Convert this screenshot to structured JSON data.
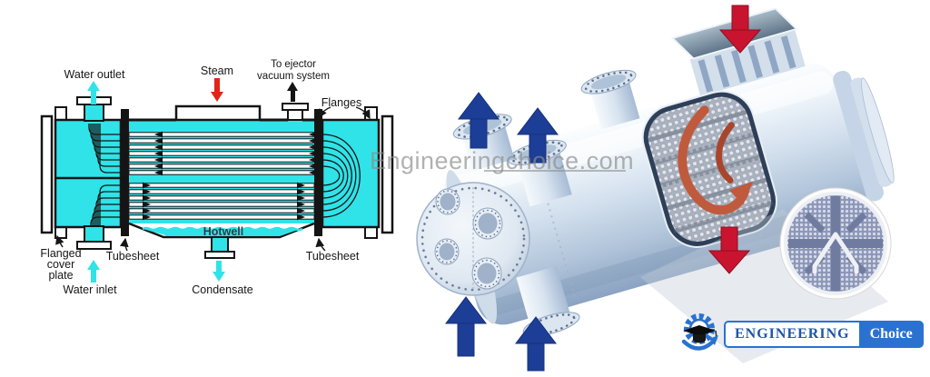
{
  "watermark": {
    "text": "Engineeringchoice.com",
    "color": "#8d8d8d"
  },
  "logo": {
    "brand": "ENGINEERING",
    "suffix": "Choice",
    "gear_icon": "gear-graduation-cap-arrow",
    "blue": "#2b72d0",
    "text_blue": "#1d55a8"
  },
  "left_diagram": {
    "labels": {
      "water_outlet": "Water outlet",
      "steam": "Steam",
      "ejector_line1": "To ejector",
      "ejector_line2": "vacuum system",
      "flanges": "Flanges",
      "cover_line1": "Flanged",
      "cover_line2": "cover",
      "cover_line3": "plate",
      "tubesheet_left": "Tubesheet",
      "tubesheet_right": "Tubesheet",
      "hotwell": "Hotwell",
      "water_inlet": "Water inlet",
      "condensate": "Condensate"
    },
    "icons": {
      "water_outlet_arrow": "cyan-up-arrow",
      "steam_arrow": "red-down-arrow",
      "ejector_arrow": "black-up-arrow",
      "flanges_pointer_left": "curved-pointer-arrow",
      "flanges_pointer_right": "curved-pointer-arrow",
      "cover_pointer": "curved-pointer-arrow",
      "tubesheet_pointer_left": "curved-pointer-arrow",
      "tubesheet_pointer_right": "curved-pointer-arrow",
      "water_inlet_arrow": "cyan-up-arrow",
      "condensate_arrow": "cyan-down-arrow",
      "tube_flow_arrows": "black-flow-arrowheads"
    },
    "colors": {
      "water_cyan": "#2fe3e8",
      "outline": "#141414",
      "steam_red": "#e02617"
    }
  },
  "right_illustration": {
    "icons": {
      "steam_inlet_arrow": "red-down-arrow",
      "vapor_outlet_arrow_1": "navy-up-arrow",
      "vapor_outlet_arrow_2": "navy-up-arrow",
      "bottom_inlet_arrow_1": "navy-up-arrow",
      "bottom_inlet_arrow_2": "navy-up-arrow",
      "condensate_outlet_arrow": "red-down-arrow",
      "tubesheet_inset": "tube-pattern-circle",
      "cutaway": "tube-bundle-cutaway-with-red-flow"
    },
    "colors": {
      "arrow_navy": "#1d3e96",
      "arrow_red": "#c9142f",
      "shell_light": "#eef4fa",
      "shell_dark": "#8ba3c2",
      "inset_slate": "#8d97b8"
    }
  }
}
